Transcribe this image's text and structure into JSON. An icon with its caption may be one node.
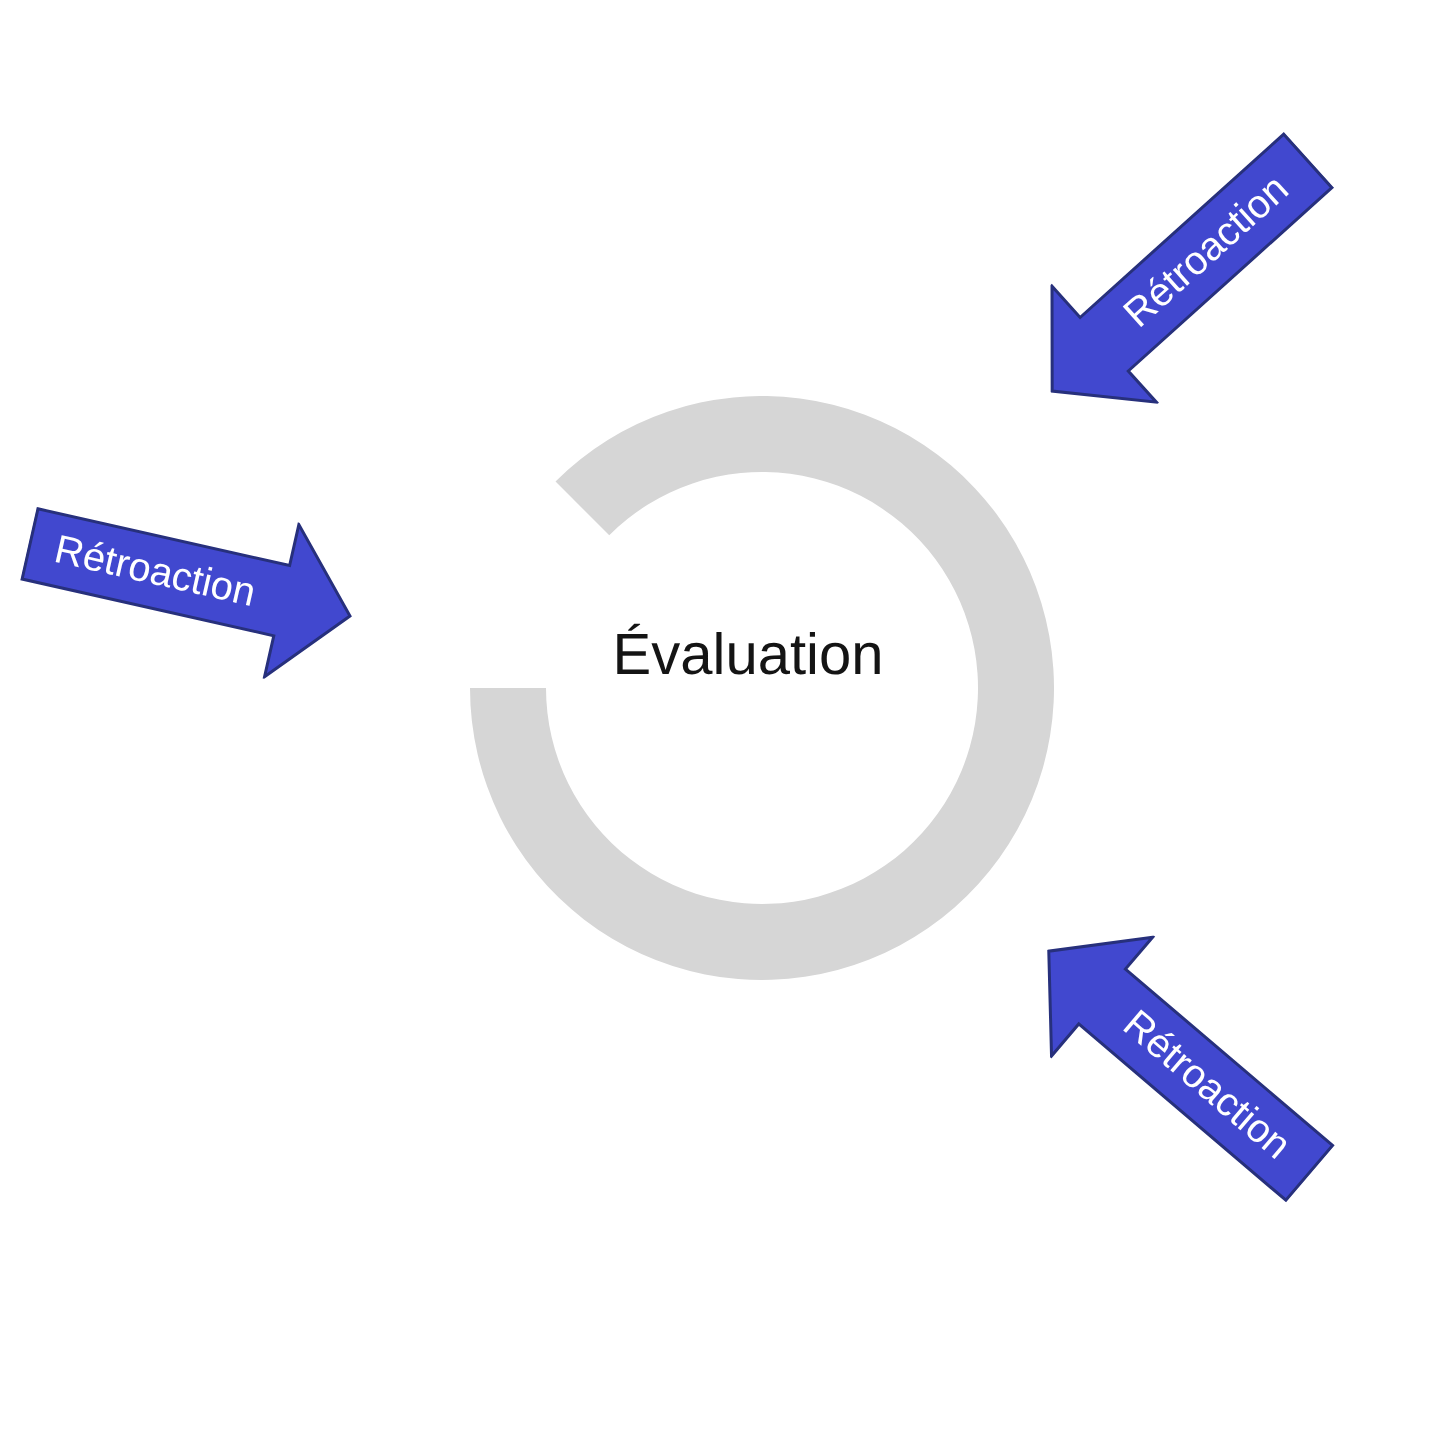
{
  "diagram": {
    "nodes": [
      {
        "text": [
          "Rétroaction"
        ]
      },
      {
        "text": [
          "Évaluation"
        ]
      },
      {
        "text": [
          "Rétroaction"
        ]
      },
      {
        "text": [
          "Rétroaction"
        ]
      }
    ]
  }
}
